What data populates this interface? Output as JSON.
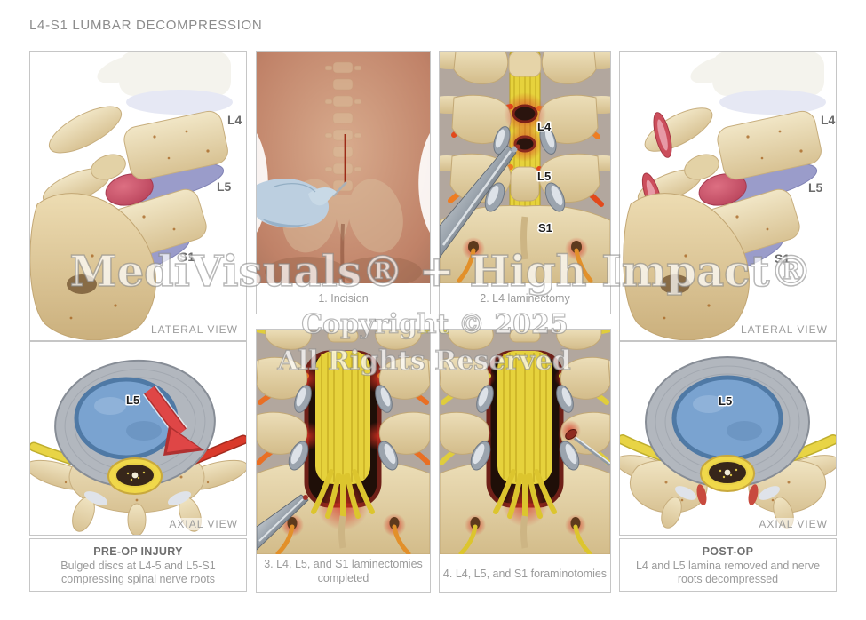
{
  "title": "L4-S1 LUMBAR DECOMPRESSION",
  "watermark": {
    "line1": "MediVisuals® + High Impact®",
    "line2": "Copyright © 2025",
    "line3": "All Rights Reserved"
  },
  "panels": {
    "lateral_preop": {
      "view_label": "LATERAL VIEW",
      "l4": "L4",
      "l5": "L5",
      "s1": "S1"
    },
    "axial_preop": {
      "view_label": "AXIAL VIEW",
      "disc_label": "L5"
    },
    "preop_summary": {
      "heading": "PRE-OP INJURY",
      "line1": "Bulged discs at L4-5 and L5-S1",
      "line2": "compressing spinal nerve roots"
    },
    "step1": {
      "caption": "1. Incision"
    },
    "step2": {
      "caption": "2. L4 laminectomy",
      "l4": "L4",
      "l5": "L5",
      "s1": "S1"
    },
    "step3": {
      "caption_line1": "3. L4, L5, and S1 laminectomies",
      "caption_line2": "completed"
    },
    "step4": {
      "caption": "4. L4, L5, and S1 foraminotomies"
    },
    "lateral_postop": {
      "view_label": "LATERAL VIEW",
      "l4": "L4",
      "l5": "L5",
      "s1": "S1"
    },
    "axial_postop": {
      "view_label": "AXIAL VIEW",
      "disc_label": "L5"
    },
    "postop_summary": {
      "heading": "POST-OP",
      "line1": "L4 and L5 lamina removed and nerve",
      "line2": "roots decompressed"
    }
  },
  "colors": {
    "bone": "#e8d9b2",
    "sacrum": "#e6d4a6",
    "disc_purple": "#9a9cca",
    "disc_bulge_red": "#cc5066",
    "nucleus_blue": "#7aa3d0",
    "annulus_gray": "#b2b7be",
    "nerve_yellow": "#e6d23c",
    "nerve_orange": "#ee7d22",
    "nerve_red": "#d93a2b",
    "inflammation_red": "#d63020",
    "glove_blue": "#bccfe0",
    "skin": "#c9957c",
    "posterior_background": "#b2a79e",
    "label_gray": "#9a9a9a",
    "title_gray": "#8c8c8c"
  }
}
